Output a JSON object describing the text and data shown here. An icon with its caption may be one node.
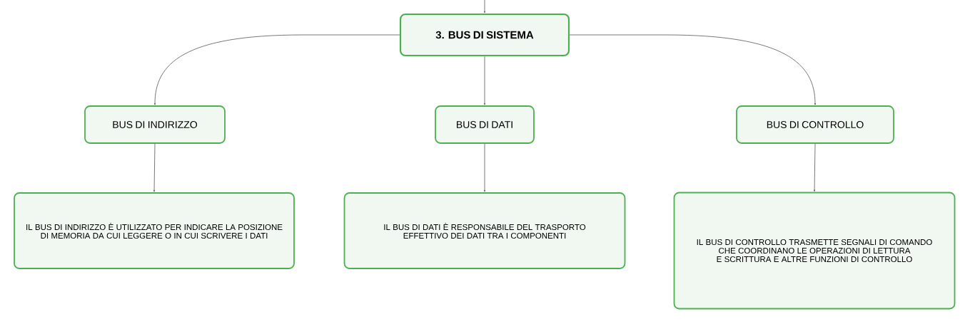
{
  "diagram": {
    "nodes": [
      {
        "text": [
          "3. BUS DI SISTEMA"
        ]
      },
      {
        "text": [
          "BUS DI INDIRIZZO"
        ]
      },
      {
        "text": [
          "BUS DI DATI"
        ]
      },
      {
        "text": [
          "BUS DI CONTROLLO"
        ]
      },
      {
        "text": [
          "IL BUS DI INDIRIZZO È UTILIZZATO PER INDICARE LA POSIZIONE DI MEMORIA DA CUI LEGGERE O IN CUI SCRIVERE I DATI"
        ]
      },
      {
        "text": [
          "IL BUS DI DATI È RESPONSABILE DEL TRASPORTO EFFETTIVO DEI DATI TRA I COMPONENTI"
        ]
      },
      {
        "text": [
          "IL BUS DI CONTROLLO TRASMETTE SEGNALI DI COMANDO CHE COORDINANO LE OPERAZIONI DI LETTURA E SCRITTURA E ALTRE FUNZIONI DI CONTROLLO"
        ]
      }
    ],
    "edges": [
      {
        "from": null,
        "to": 0,
        "arrow": "to"
      },
      {
        "from": 0,
        "to": 1,
        "arrow": "to"
      },
      {
        "from": 0,
        "to": 2,
        "arrow": "to"
      },
      {
        "from": 0,
        "to": 3,
        "arrow": "to"
      },
      {
        "from": 1,
        "to": 4,
        "arrow": "to"
      },
      {
        "from": 2,
        "to": 5,
        "arrow": "to"
      },
      {
        "from": 3,
        "to": 6,
        "arrow": "to"
      }
    ]
  }
}
